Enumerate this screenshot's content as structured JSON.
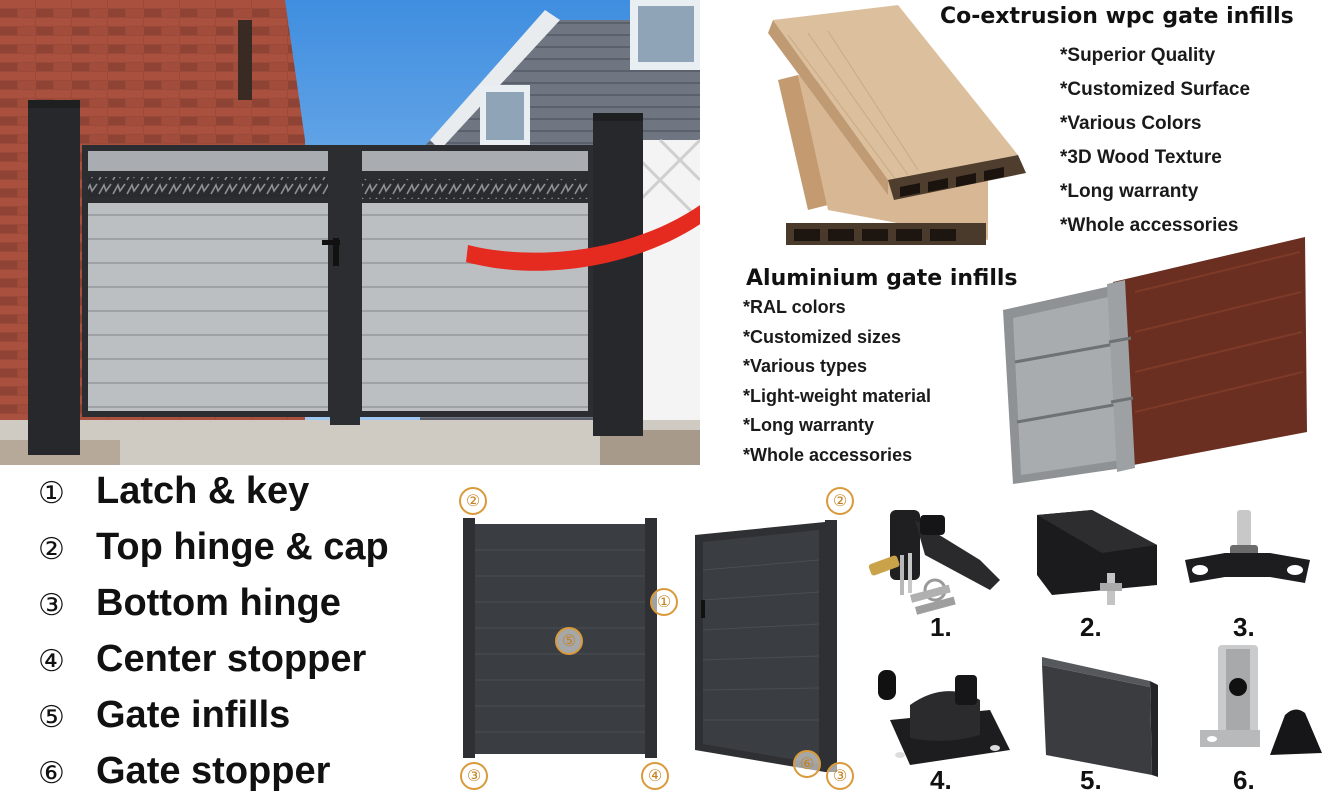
{
  "wpc": {
    "title": "Co-extrusion wpc gate infills",
    "features": [
      "*Superior Quality",
      "*Customized Surface",
      "*Various Colors",
      "*3D Wood Texture",
      "*Long warranty",
      "*Whole accessories"
    ]
  },
  "aluminium": {
    "title": "Aluminium gate infills",
    "features": [
      "*RAL colors",
      "*Customized sizes",
      "*Various types",
      "*Light-weight material",
      "*Long warranty",
      "*Whole accessories"
    ]
  },
  "legend": [
    {
      "num": "①",
      "label": "Latch & key"
    },
    {
      "num": "②",
      "label": "Top hinge & cap"
    },
    {
      "num": "③",
      "label": "Bottom hinge"
    },
    {
      "num": "④",
      "label": "Center stopper"
    },
    {
      "num": "⑤",
      "label": "Gate infills"
    },
    {
      "num": "⑥",
      "label": "Gate stopper"
    }
  ],
  "diagram_markers": {
    "top_hinge_left": "②",
    "top_hinge_right": "②",
    "latch": "①",
    "infill": "⑤",
    "bottom_hinge_left": "③",
    "center_stopper": "④",
    "gate_stopper": "⑥",
    "bottom_hinge_right": "③"
  },
  "parts": {
    "p1": "1.",
    "p2": "2.",
    "p3": "3.",
    "p4": "4.",
    "p5": "5.",
    "p6": "6."
  },
  "colors": {
    "gate_panel": "#b9bcbf",
    "frame": "#2b2d30",
    "diagram_gate": "#3a3d41",
    "wpc_wood": "#d2b08a",
    "alu_wood": "#6a2f20",
    "arrow": "#e52a1f",
    "marker": "#d89a3b"
  },
  "icons": [
    "brick-wall-image",
    "house-siding-image",
    "gate-photo",
    "red-arrow-icon",
    "wpc-board-image",
    "aluminium-profile-image",
    "gate-diagram",
    "latch-key-image",
    "top-hinge-cap-image",
    "bottom-hinge-image",
    "center-stopper-image",
    "gate-infill-image",
    "gate-stopper-image"
  ]
}
